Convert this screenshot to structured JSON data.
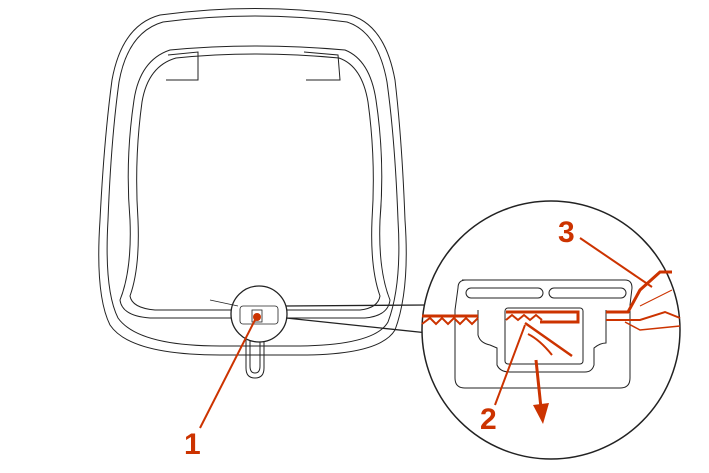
{
  "diagram": {
    "callouts": [
      {
        "label": "1"
      },
      {
        "label": "2"
      },
      {
        "label": "3"
      }
    ],
    "colors": {
      "accent": "#cc3300",
      "line": "#222222"
    }
  }
}
